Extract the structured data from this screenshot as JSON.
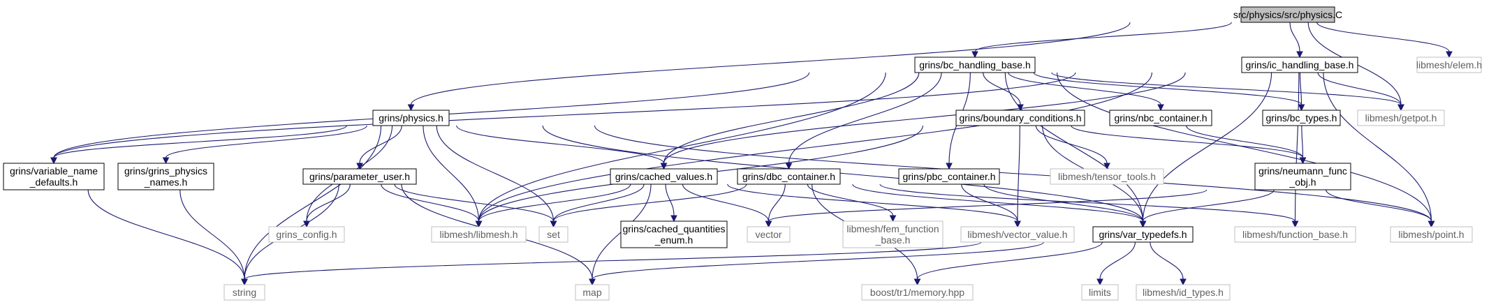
{
  "nodes": [
    {
      "id": "physics_C",
      "lines": [
        "src/physics/src/physics.C"
      ],
      "style": "root"
    },
    {
      "id": "bc_handling_base",
      "lines": [
        "grins/bc_handling_base.h"
      ],
      "style": "documented"
    },
    {
      "id": "ic_handling_base",
      "lines": [
        "grins/ic_handling_base.h"
      ],
      "style": "documented"
    },
    {
      "id": "elem_h",
      "lines": [
        "libmesh/elem.h"
      ],
      "style": "external"
    },
    {
      "id": "physics_h",
      "lines": [
        "grins/physics.h"
      ],
      "style": "documented"
    },
    {
      "id": "boundary_conditions",
      "lines": [
        "grins/boundary_conditions.h"
      ],
      "style": "documented"
    },
    {
      "id": "nbc_container",
      "lines": [
        "grins/nbc_container.h"
      ],
      "style": "documented"
    },
    {
      "id": "bc_types",
      "lines": [
        "grins/bc_types.h"
      ],
      "style": "documented"
    },
    {
      "id": "getpot",
      "lines": [
        "libmesh/getpot.h"
      ],
      "style": "external"
    },
    {
      "id": "variable_name_defaults",
      "lines": [
        "grins/variable_name",
        "_defaults.h"
      ],
      "style": "documented"
    },
    {
      "id": "grins_physics_names",
      "lines": [
        "grins/grins_physics",
        "_names.h"
      ],
      "style": "documented"
    },
    {
      "id": "parameter_user",
      "lines": [
        "grins/parameter_user.h"
      ],
      "style": "documented"
    },
    {
      "id": "cached_values",
      "lines": [
        "grins/cached_values.h"
      ],
      "style": "documented"
    },
    {
      "id": "dbc_container",
      "lines": [
        "grins/dbc_container.h"
      ],
      "style": "documented"
    },
    {
      "id": "pbc_container",
      "lines": [
        "grins/pbc_container.h"
      ],
      "style": "documented"
    },
    {
      "id": "tensor_tools",
      "lines": [
        "libmesh/tensor_tools.h"
      ],
      "style": "external"
    },
    {
      "id": "neumann_func_obj",
      "lines": [
        "grins/neumann_func",
        "_obj.h"
      ],
      "style": "documented"
    },
    {
      "id": "grins_config",
      "lines": [
        "grins_config.h"
      ],
      "style": "external"
    },
    {
      "id": "libmesh_h",
      "lines": [
        "libmesh/libmesh.h"
      ],
      "style": "external"
    },
    {
      "id": "set",
      "lines": [
        "set"
      ],
      "style": "external"
    },
    {
      "id": "cached_quantities_enum",
      "lines": [
        "grins/cached_quantities",
        "_enum.h"
      ],
      "style": "documented"
    },
    {
      "id": "vector",
      "lines": [
        "vector"
      ],
      "style": "external"
    },
    {
      "id": "fem_function_base",
      "lines": [
        "libmesh/fem_function",
        "_base.h"
      ],
      "style": "external"
    },
    {
      "id": "vector_value",
      "lines": [
        "libmesh/vector_value.h"
      ],
      "style": "external"
    },
    {
      "id": "var_typedefs",
      "lines": [
        "grins/var_typedefs.h"
      ],
      "style": "documented"
    },
    {
      "id": "function_base",
      "lines": [
        "libmesh/function_base.h"
      ],
      "style": "external"
    },
    {
      "id": "point_h",
      "lines": [
        "libmesh/point.h"
      ],
      "style": "external"
    },
    {
      "id": "string",
      "lines": [
        "string"
      ],
      "style": "external"
    },
    {
      "id": "map",
      "lines": [
        "map"
      ],
      "style": "external"
    },
    {
      "id": "memory_hpp",
      "lines": [
        "boost/tr1/memory.hpp"
      ],
      "style": "external"
    },
    {
      "id": "limits",
      "lines": [
        "limits"
      ],
      "style": "external"
    },
    {
      "id": "id_types",
      "lines": [
        "libmesh/id_types.h"
      ],
      "style": "external"
    }
  ],
  "edges": [
    [
      "physics_C",
      "bc_handling_base"
    ],
    [
      "physics_C",
      "ic_handling_base"
    ],
    [
      "physics_C",
      "elem_h"
    ],
    [
      "physics_C",
      "physics_h"
    ],
    [
      "physics_C",
      "getpot"
    ],
    [
      "bc_handling_base",
      "boundary_conditions"
    ],
    [
      "bc_handling_base",
      "nbc_container"
    ],
    [
      "bc_handling_base",
      "bc_types"
    ],
    [
      "bc_handling_base",
      "getpot"
    ],
    [
      "bc_handling_base",
      "variable_name_defaults"
    ],
    [
      "bc_handling_base",
      "cached_values"
    ],
    [
      "bc_handling_base",
      "dbc_container"
    ],
    [
      "bc_handling_base",
      "pbc_container"
    ],
    [
      "bc_handling_base",
      "libmesh_h"
    ],
    [
      "bc_handling_base",
      "var_typedefs"
    ],
    [
      "bc_handling_base",
      "point_h"
    ],
    [
      "ic_handling_base",
      "bc_types"
    ],
    [
      "ic_handling_base",
      "getpot"
    ],
    [
      "ic_handling_base",
      "variable_name_defaults"
    ],
    [
      "ic_handling_base",
      "cached_values"
    ],
    [
      "ic_handling_base",
      "libmesh_h"
    ],
    [
      "ic_handling_base",
      "var_typedefs"
    ],
    [
      "ic_handling_base",
      "function_base"
    ],
    [
      "ic_handling_base",
      "point_h"
    ],
    [
      "physics_h",
      "variable_name_defaults"
    ],
    [
      "physics_h",
      "grins_physics_names"
    ],
    [
      "physics_h",
      "parameter_user"
    ],
    [
      "physics_h",
      "cached_values"
    ],
    [
      "physics_h",
      "grins_config"
    ],
    [
      "physics_h",
      "libmesh_h"
    ],
    [
      "physics_h",
      "set"
    ],
    [
      "physics_h",
      "string"
    ],
    [
      "physics_h",
      "var_typedefs"
    ],
    [
      "physics_h",
      "point_h"
    ],
    [
      "boundary_conditions",
      "libmesh_h"
    ],
    [
      "boundary_conditions",
      "tensor_tools"
    ],
    [
      "boundary_conditions",
      "neumann_func_obj"
    ],
    [
      "boundary_conditions",
      "vector_value"
    ],
    [
      "boundary_conditions",
      "var_typedefs"
    ],
    [
      "nbc_container",
      "neumann_func_obj"
    ],
    [
      "bc_types",
      "neumann_func_obj"
    ],
    [
      "variable_name_defaults",
      "string"
    ],
    [
      "grins_physics_names",
      "string"
    ],
    [
      "parameter_user",
      "grins_config"
    ],
    [
      "parameter_user",
      "libmesh_h"
    ],
    [
      "parameter_user",
      "set"
    ],
    [
      "parameter_user",
      "string"
    ],
    [
      "parameter_user",
      "map"
    ],
    [
      "cached_values",
      "libmesh_h"
    ],
    [
      "cached_values",
      "set"
    ],
    [
      "cached_values",
      "cached_quantities_enum"
    ],
    [
      "cached_values",
      "vector"
    ],
    [
      "cached_values",
      "vector_value"
    ],
    [
      "cached_values",
      "map"
    ],
    [
      "dbc_container",
      "set"
    ],
    [
      "dbc_container",
      "vector"
    ],
    [
      "dbc_container",
      "fem_function_base"
    ],
    [
      "dbc_container",
      "var_typedefs"
    ],
    [
      "dbc_container",
      "function_base"
    ],
    [
      "dbc_container",
      "memory_hpp"
    ],
    [
      "pbc_container",
      "vector_value"
    ],
    [
      "pbc_container",
      "var_typedefs"
    ],
    [
      "neumann_func_obj",
      "vector"
    ],
    [
      "neumann_func_obj",
      "var_typedefs"
    ],
    [
      "neumann_func_obj",
      "point_h"
    ],
    [
      "var_typedefs",
      "string"
    ],
    [
      "var_typedefs",
      "map"
    ],
    [
      "var_typedefs",
      "memory_hpp"
    ],
    [
      "var_typedefs",
      "limits"
    ],
    [
      "var_typedefs",
      "id_types"
    ]
  ],
  "colors": {
    "edge": "#191970",
    "documented_border": "#000000",
    "external_border": "#bfbfbf",
    "root_fill": "#bfbfbf",
    "node_fill": "#ffffff",
    "text": "#000000",
    "external_text": "#606060"
  }
}
